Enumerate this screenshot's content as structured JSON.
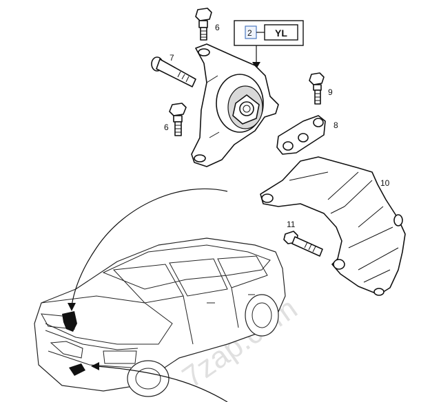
{
  "callouts": {
    "c6_top": "6",
    "c7": "7",
    "c6_left": "6",
    "c9": "9",
    "c8": "8",
    "c10": "10",
    "c11": "11"
  },
  "code_box": {
    "number": "2",
    "code": "YL"
  },
  "watermark": "7zap.com"
}
